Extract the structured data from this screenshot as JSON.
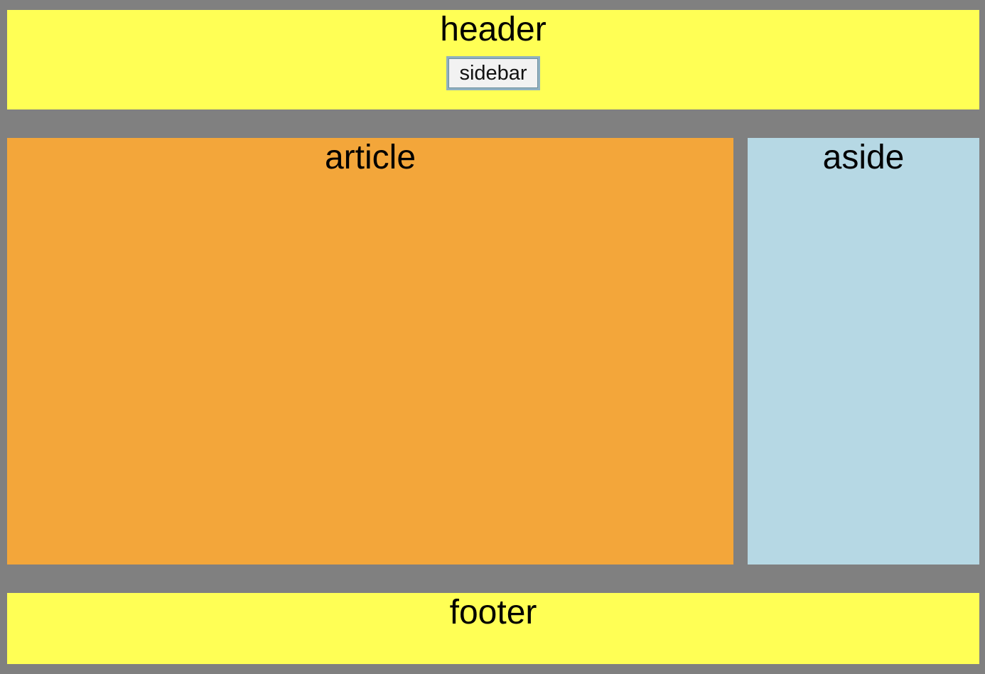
{
  "header": {
    "title": "header",
    "sidebar_button_label": "sidebar"
  },
  "article": {
    "title": "article"
  },
  "aside": {
    "title": "aside"
  },
  "footer": {
    "title": "footer"
  },
  "colors": {
    "page_background": "#808080",
    "header_background": "#ffff55",
    "footer_background": "#ffff55",
    "article_background": "#f3a63a",
    "aside_background": "#b6d8e4"
  }
}
